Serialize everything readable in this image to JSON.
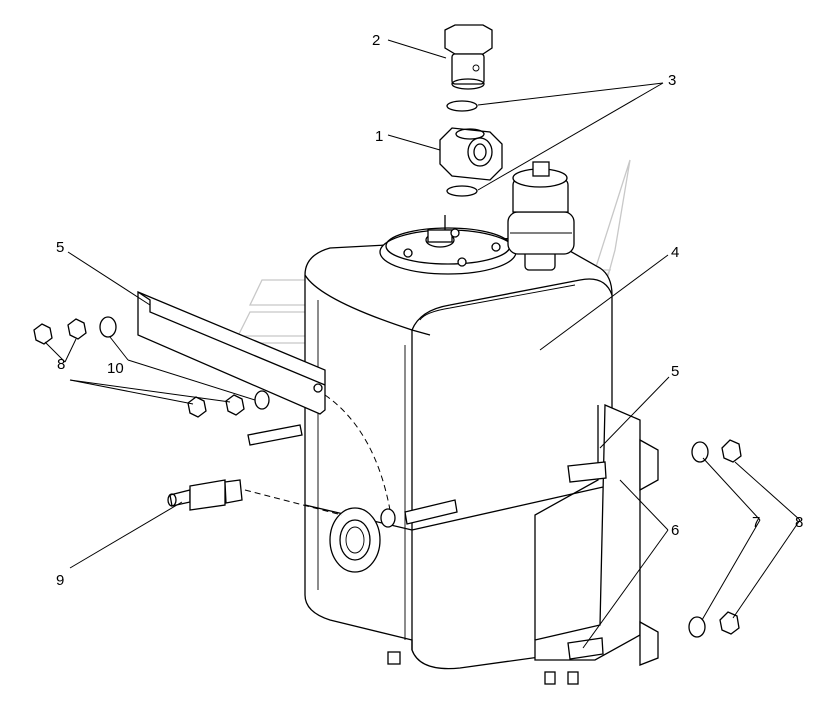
{
  "callouts": [
    {
      "id": "c1",
      "label": "1"
    },
    {
      "id": "c2",
      "label": "2"
    },
    {
      "id": "c3",
      "label": "3"
    },
    {
      "id": "c4",
      "label": "4"
    },
    {
      "id": "c5a",
      "label": "5"
    },
    {
      "id": "c5b",
      "label": "5"
    },
    {
      "id": "c6",
      "label": "6"
    },
    {
      "id": "c7",
      "label": "7"
    },
    {
      "id": "c8a",
      "label": "8"
    },
    {
      "id": "c8b",
      "label": "8"
    },
    {
      "id": "c9",
      "label": "9"
    },
    {
      "id": "c10",
      "label": "10"
    }
  ]
}
